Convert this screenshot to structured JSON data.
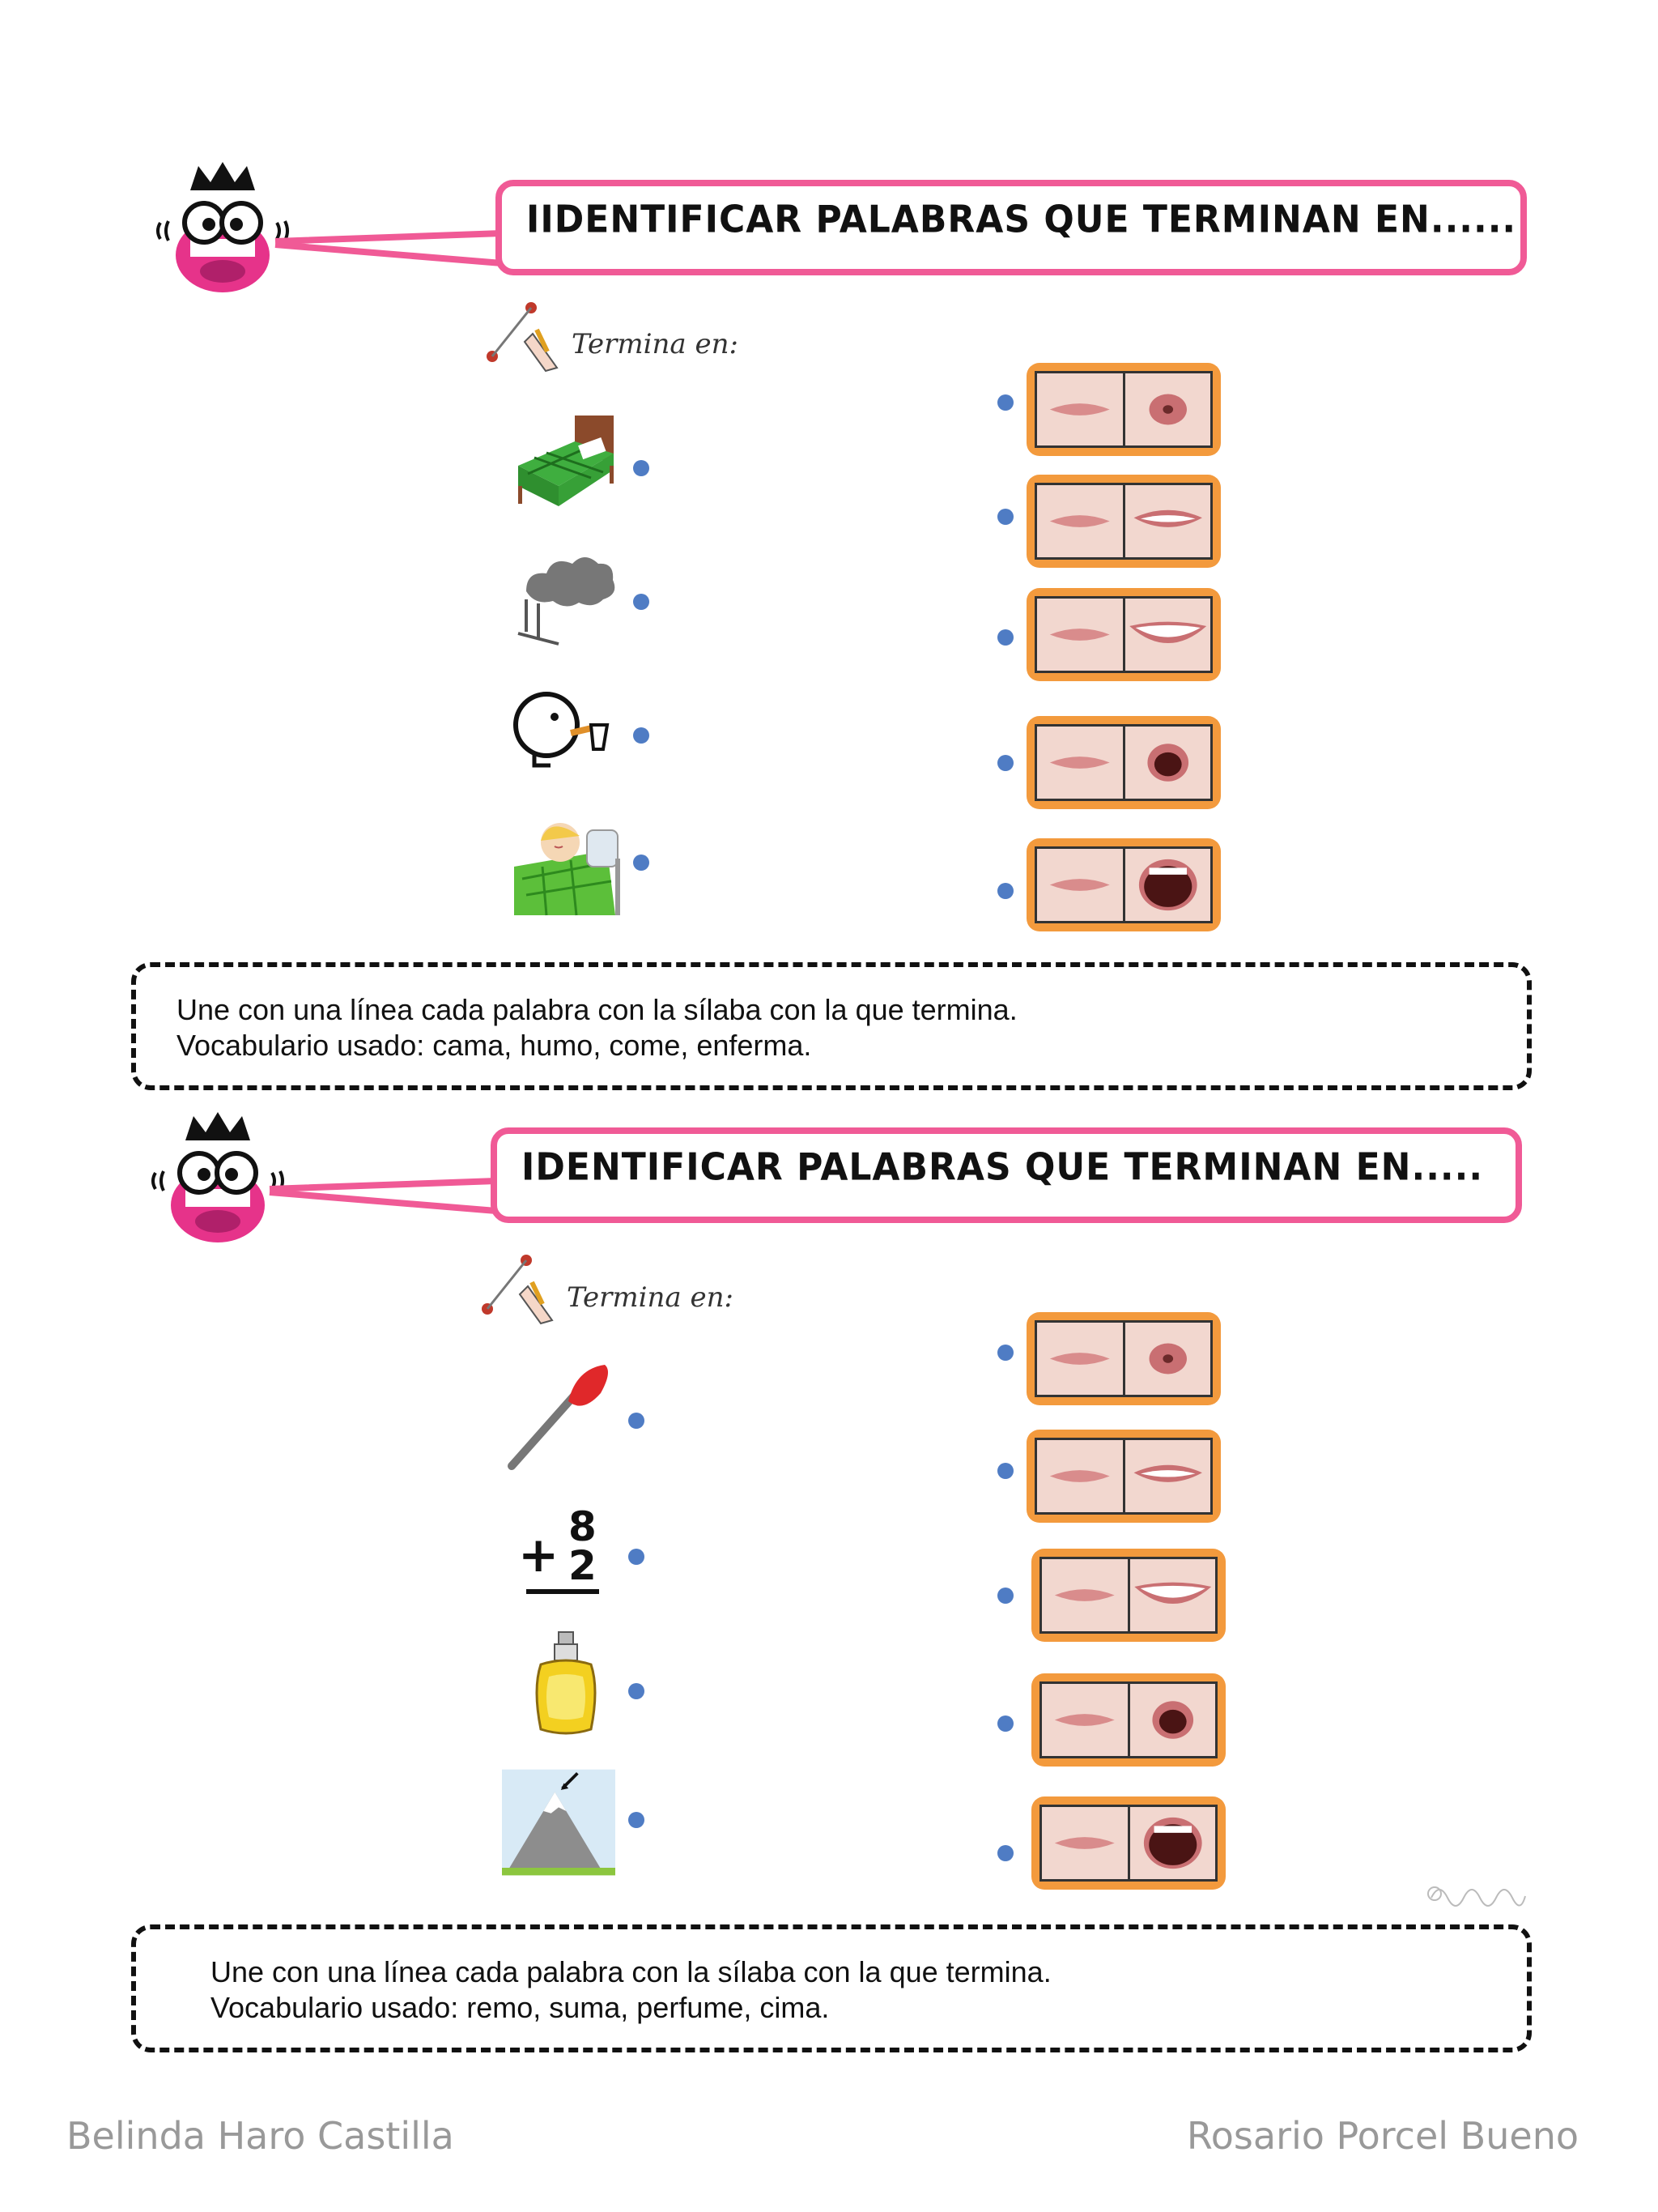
{
  "sections": [
    {
      "title": "IIDENTIFICAR PALABRAS QUE TERMINAN EN......",
      "termina_label": "Termina en:",
      "words": [
        "cama",
        "humo",
        "come",
        "enferma"
      ],
      "instruction_line1": "Une con una línea cada palabra con la sílaba con la que termina.",
      "instruction_line2": "Vocabulario usado: cama, humo, come, enferma."
    },
    {
      "title": "IDENTIFICAR PALABRAS QUE  TERMINAN EN.....",
      "termina_label": "Termina en:",
      "words": [
        "remo",
        "suma",
        "perfume",
        "cima"
      ],
      "instruction_line1": "Une con una línea cada palabra con la sílaba con la que termina.",
      "instruction_line2": "Vocabulario usado: remo, suma, perfume, cima."
    }
  ],
  "mouth_icons": [
    "mouth-u-icon",
    "mouth-e-icon",
    "mouth-i-icon",
    "mouth-o-icon",
    "mouth-a-icon"
  ],
  "colors": {
    "accent_pink": "#f05a96",
    "card_orange": "#f39a3d",
    "dot_blue": "#4f7cc4"
  },
  "footer": {
    "left": "Belinda Haro Castilla",
    "right": "Rosario Porcel Bueno"
  }
}
